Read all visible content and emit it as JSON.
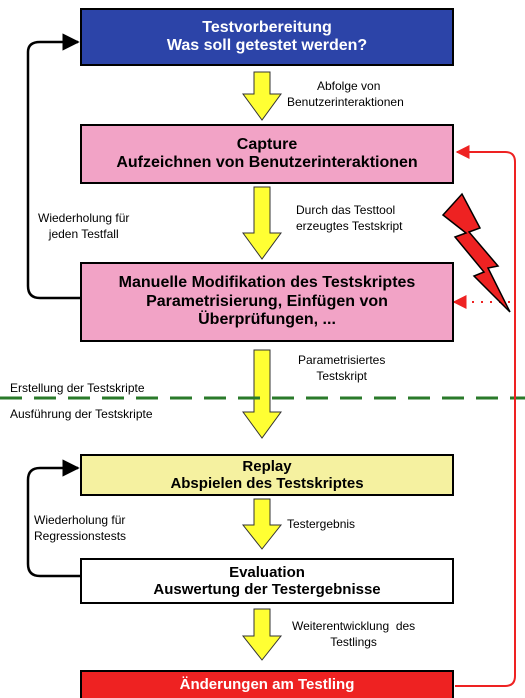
{
  "colors": {
    "testvorbereitung": "#2c44a8",
    "capture": "#f2a3c6",
    "manuell": "#f2a3c6",
    "replay": "#f5f1a0",
    "evaluation": "#ffffff",
    "aenderungen": "#ee2222",
    "feedback_arrow": "#ee2222",
    "flow_arrow": "#ffff33",
    "separator": "#2a7a2a"
  },
  "boxes": {
    "testvorbereitung": {
      "line1": "Testvorbereitung",
      "line2": "Was soll getestet werden?"
    },
    "capture": {
      "line1": "Capture",
      "line2": "Aufzeichnen von Benutzerinteraktionen"
    },
    "manuell": {
      "line1": "Manuelle Modifikation des Testskriptes",
      "line2": "Parametrisierung, Einfügen von",
      "line3": "Überprüfungen, ..."
    },
    "replay": {
      "line1": "Replay",
      "line2": "Abspielen des Testskriptes"
    },
    "evaluation": {
      "line1": "Evaluation",
      "line2": "Auswertung der Testergebnisse"
    },
    "aenderungen": {
      "line1": "Änderungen am Testling"
    }
  },
  "notes": {
    "abfolge": {
      "line1": "Abfolge von",
      "line2": "Benutzerinteraktionen"
    },
    "durch_testtool": {
      "line1": "Durch das Testtool",
      "line2": "erzeugtes Testskript"
    },
    "wiederholung_testfall": {
      "line1": "Wiederholung für",
      "line2": "jeden Testfall"
    },
    "parametrisiertes": {
      "line1": "Parametrisiertes",
      "line2": "Testskript"
    },
    "erstellung": "Erstellung der Testskripte",
    "ausfuehrung": "Ausführung der Testskripte",
    "testergebnis": "Testergebnis",
    "wiederholung_regression": {
      "line1": "Wiederholung für",
      "line2": "Regressionstests"
    },
    "weiterentwicklung": {
      "line1": "Weiterentwicklung  des",
      "line2": "Testlings"
    }
  }
}
